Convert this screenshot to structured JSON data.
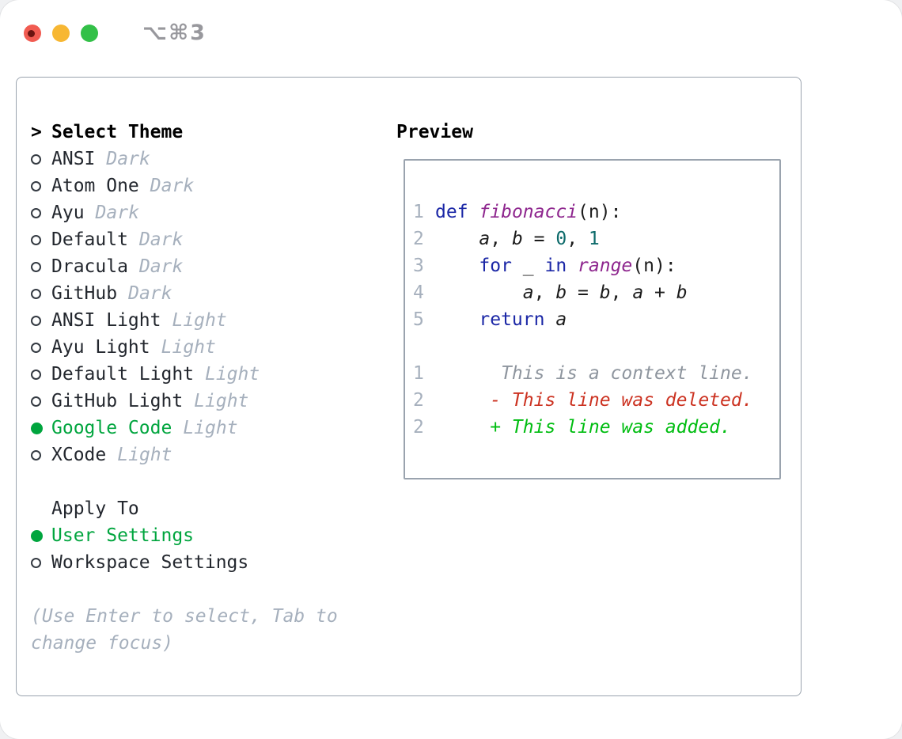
{
  "window": {
    "shortcut_label": "⌥⌘3"
  },
  "theme_panel": {
    "header_marker": ">",
    "header": "Select Theme",
    "items": [
      {
        "name": "ANSI",
        "variant": "Dark",
        "selected": false
      },
      {
        "name": "Atom One",
        "variant": "Dark",
        "selected": false
      },
      {
        "name": "Ayu",
        "variant": "Dark",
        "selected": false
      },
      {
        "name": "Default",
        "variant": "Dark",
        "selected": false
      },
      {
        "name": "Dracula",
        "variant": "Dark",
        "selected": false
      },
      {
        "name": "GitHub",
        "variant": "Dark",
        "selected": false
      },
      {
        "name": "ANSI Light",
        "variant": "Light",
        "selected": false
      },
      {
        "name": "Ayu Light",
        "variant": "Light",
        "selected": false
      },
      {
        "name": "Default Light",
        "variant": "Light",
        "selected": false
      },
      {
        "name": "GitHub Light",
        "variant": "Light",
        "selected": false
      },
      {
        "name": "Google Code",
        "variant": "Light",
        "selected": true
      },
      {
        "name": "XCode",
        "variant": "Light",
        "selected": false
      }
    ]
  },
  "apply_panel": {
    "header": "Apply To",
    "items": [
      {
        "name": "User Settings",
        "selected": true
      },
      {
        "name": "Workspace Settings",
        "selected": false
      }
    ]
  },
  "hint": {
    "line1": "(Use Enter to select, Tab to",
    "line2": "change focus)"
  },
  "preview": {
    "header": "Preview",
    "lines": [
      {
        "num": "1",
        "tokens": [
          {
            "t": "def",
            "c": "kw"
          },
          {
            "t": " ",
            "c": "pl"
          },
          {
            "t": "fibonacci",
            "c": "fn"
          },
          {
            "t": "(n):",
            "c": "pl"
          }
        ]
      },
      {
        "num": "2",
        "tokens": [
          {
            "t": "    ",
            "c": "pl"
          },
          {
            "t": "a",
            "c": "var"
          },
          {
            "t": ", ",
            "c": "pl"
          },
          {
            "t": "b",
            "c": "var"
          },
          {
            "t": " = ",
            "c": "pl"
          },
          {
            "t": "0",
            "c": "lit"
          },
          {
            "t": ", ",
            "c": "pl"
          },
          {
            "t": "1",
            "c": "lit"
          }
        ]
      },
      {
        "num": "3",
        "tokens": [
          {
            "t": "    ",
            "c": "pl"
          },
          {
            "t": "for",
            "c": "kw"
          },
          {
            "t": " _ ",
            "c": "pl"
          },
          {
            "t": "in",
            "c": "kw"
          },
          {
            "t": " ",
            "c": "pl"
          },
          {
            "t": "range",
            "c": "fn"
          },
          {
            "t": "(n):",
            "c": "pl"
          }
        ]
      },
      {
        "num": "4",
        "tokens": [
          {
            "t": "        ",
            "c": "pl"
          },
          {
            "t": "a",
            "c": "var"
          },
          {
            "t": ", ",
            "c": "pl"
          },
          {
            "t": "b",
            "c": "var"
          },
          {
            "t": " = ",
            "c": "pl"
          },
          {
            "t": "b",
            "c": "var"
          },
          {
            "t": ", ",
            "c": "pl"
          },
          {
            "t": "a",
            "c": "var"
          },
          {
            "t": " + ",
            "c": "pl"
          },
          {
            "t": "b",
            "c": "var"
          }
        ]
      },
      {
        "num": "5",
        "tokens": [
          {
            "t": "    ",
            "c": "pl"
          },
          {
            "t": "return",
            "c": "kw"
          },
          {
            "t": " ",
            "c": "pl"
          },
          {
            "t": "a",
            "c": "var"
          }
        ]
      },
      {
        "num": "",
        "tokens": []
      },
      {
        "num": "1",
        "tokens": [
          {
            "t": "      This is a context line.",
            "c": "ctx"
          }
        ]
      },
      {
        "num": "2",
        "tokens": [
          {
            "t": "     - This line was deleted.",
            "c": "del"
          }
        ]
      },
      {
        "num": "2",
        "tokens": [
          {
            "t": "     + This line was added.",
            "c": "add"
          }
        ]
      }
    ]
  },
  "colors": {
    "accent_green": "#00a53e",
    "diff_deleted_red": "#cc3322",
    "diff_added_green": "#00bd11",
    "keyword_blue": "#1b27a6",
    "function_purple": "#8e268e",
    "literal_teal": "#0c6a6a",
    "muted_gray": "#a6b0bd",
    "context_gray": "#8e959e",
    "border_gray": "#9aa3ae",
    "text_dark": "#23272e"
  }
}
